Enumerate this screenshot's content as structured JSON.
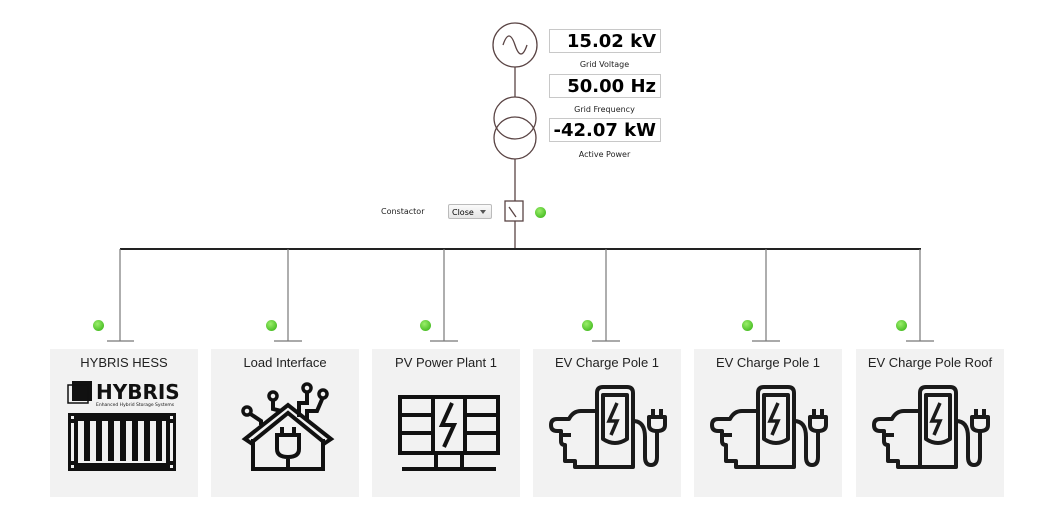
{
  "grid": {
    "voltage": {
      "value": "15.02 kV",
      "label": "Grid Voltage"
    },
    "frequency": {
      "value": "50.00 Hz",
      "label": "Grid Frequency"
    },
    "power": {
      "value": "-42.07 kW",
      "label": "Active Power"
    }
  },
  "contactor": {
    "label": "Constactor",
    "selected": "Close",
    "status_color": "#5ac832"
  },
  "hybris_logo": {
    "text": "HYBRIS",
    "tagline": "Enhanced Hybrid Storage Systems"
  },
  "devices": [
    {
      "name": "HYBRIS HESS",
      "icon": "battery-container-icon"
    },
    {
      "name": "Load Interface",
      "icon": "smart-house-icon"
    },
    {
      "name": "PV Power Plant 1",
      "icon": "solar-panel-icon"
    },
    {
      "name": "EV Charge Pole 1",
      "icon": "ev-charger-icon"
    },
    {
      "name": "EV Charge Pole 1",
      "icon": "ev-charger-icon"
    },
    {
      "name": "EV Charge Pole Roof",
      "icon": "ev-charger-icon"
    }
  ]
}
